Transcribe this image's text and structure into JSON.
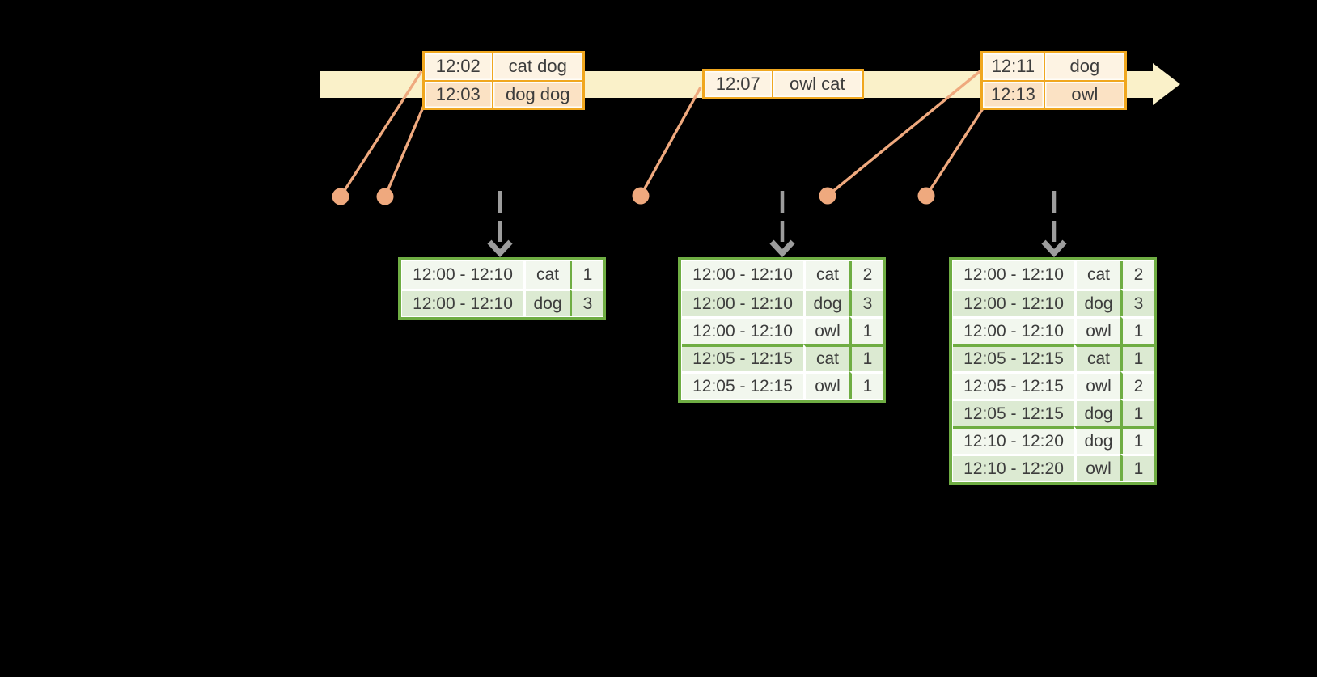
{
  "colors": {
    "band_color": "#faf1c9",
    "event_border": "#f0a71f",
    "event_fill_dark": "#fbe2c4",
    "event_fill_light": "#fdf3e3",
    "connector": "#efa97e",
    "arrow_gray": "#9d9d9d",
    "result_border": "#6fad43",
    "result_fill_dark": "#dcead2",
    "result_fill_light": "#f2f7ee",
    "text_color": "#3d3d3d"
  },
  "event_tables": [
    {
      "rows": [
        [
          "12:02",
          "cat dog"
        ],
        [
          "12:03",
          "dog dog"
        ]
      ]
    },
    {
      "rows": [
        [
          "12:07",
          "owl cat"
        ]
      ]
    },
    {
      "rows": [
        [
          "12:11",
          "dog"
        ],
        [
          "12:13",
          "owl"
        ]
      ]
    }
  ],
  "result_tables": [
    {
      "rows": [
        [
          "12:00 - 12:10",
          "cat",
          "1"
        ],
        [
          "12:00 - 12:10",
          "dog",
          "3"
        ]
      ]
    },
    {
      "rows": [
        [
          "12:00 - 12:10",
          "cat",
          "2"
        ],
        [
          "12:00 - 12:10",
          "dog",
          "3"
        ],
        [
          "12:00 - 12:10",
          "owl",
          "1"
        ],
        [
          "12:05 - 12:15",
          "cat",
          "1"
        ],
        [
          "12:05 - 12:15",
          "owl",
          "1"
        ]
      ]
    },
    {
      "rows": [
        [
          "12:00 - 12:10",
          "cat",
          "2"
        ],
        [
          "12:00 - 12:10",
          "dog",
          "3"
        ],
        [
          "12:00 - 12:10",
          "owl",
          "1"
        ],
        [
          "12:05 - 12:15",
          "cat",
          "1"
        ],
        [
          "12:05 - 12:15",
          "owl",
          "2"
        ],
        [
          "12:05 - 12:15",
          "dog",
          "1"
        ],
        [
          "12:10 - 12:20",
          "dog",
          "1"
        ],
        [
          "12:10 - 12:20",
          "owl",
          "1"
        ]
      ]
    }
  ]
}
